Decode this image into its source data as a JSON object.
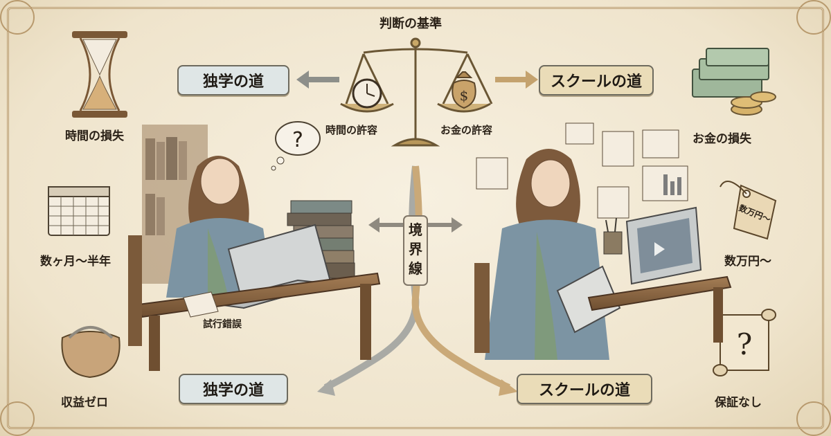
{
  "header": {
    "title": "判断の基準"
  },
  "scale": {
    "left_pan": "時間の許容",
    "right_pan": "お金の許容"
  },
  "banners": {
    "top_left": "独学の道",
    "top_right": "スクールの道",
    "bottom_left": "独学の道",
    "bottom_right": "スクールの道"
  },
  "boundary": {
    "label": "境界線"
  },
  "left_side": {
    "items": [
      "時間の損失",
      "数ヶ月〜半年",
      "収益ゼロ"
    ],
    "note": "試行錯誤"
  },
  "right_side": {
    "items": [
      "お金の損失",
      "数万円〜",
      "保証なし"
    ],
    "tag_text": "数万円〜"
  },
  "icons": {
    "hourglass": "hourglass-icon",
    "calendar": "calendar-icon",
    "coin_purse": "coin-purse-icon",
    "cash_stack": "cash-stack-icon",
    "price_tag": "price-tag-icon",
    "question_scroll": "question-scroll-icon",
    "clock": "clock-icon",
    "money_bag": "money-bag-icon",
    "thought_bubble": "question-thought-icon"
  },
  "colors": {
    "ink": "#2b2218",
    "frame": "#b89a6e",
    "left_banner": "#dfe6e6",
    "right_banner": "#eadcb8"
  }
}
